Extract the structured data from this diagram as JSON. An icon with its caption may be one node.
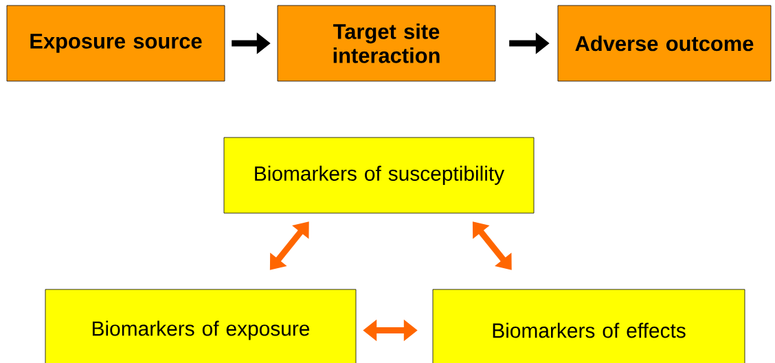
{
  "diagram": {
    "nodes": [
      {
        "text": [
          "Exposure source"
        ]
      },
      {
        "text": [
          "Target site interaction"
        ]
      },
      {
        "text": [
          "Adverse outcome"
        ]
      },
      {
        "text": [
          "Biomarkers of susceptibility"
        ]
      },
      {
        "text": [
          "Biomarkers of exposure"
        ]
      },
      {
        "text": [
          "Biomarkers of effects"
        ]
      }
    ],
    "edges": [
      {
        "from": 0,
        "to": 1,
        "arrow": "to",
        "color": "#000000"
      },
      {
        "from": 1,
        "to": 2,
        "arrow": "to",
        "color": "#000000"
      },
      {
        "from": 3,
        "to": 4,
        "arrow": "both"
      },
      {
        "from": 3,
        "to": 5,
        "arrow": "both"
      },
      {
        "from": 4,
        "to": 5,
        "arrow": "both"
      }
    ]
  }
}
